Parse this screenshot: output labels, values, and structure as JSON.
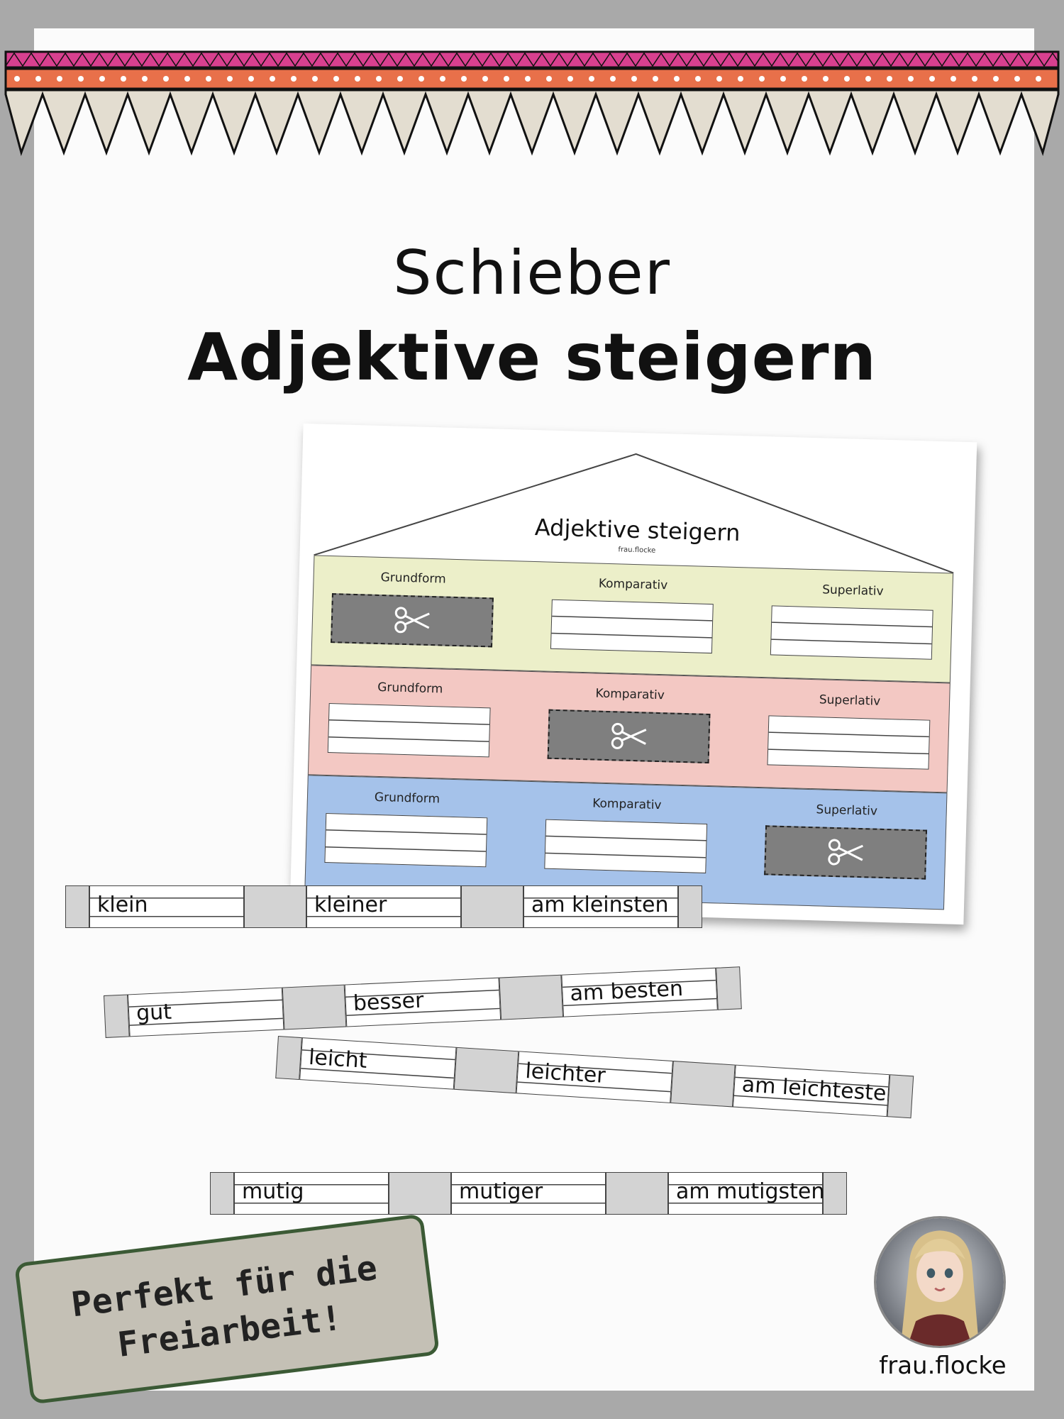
{
  "title": {
    "line1": "Schieber",
    "line2": "Adjektive steigern"
  },
  "worksheet": {
    "title": "Adjektive steigern",
    "subtitle": "frau.flocke",
    "rows": [
      {
        "color": "#ecefc9",
        "labels": [
          "Grundform",
          "Komparativ",
          "Superlativ"
        ],
        "cut_column": 0
      },
      {
        "color": "#f3c8c3",
        "labels": [
          "Grundform",
          "Komparativ",
          "Superlativ"
        ],
        "cut_column": 1
      },
      {
        "color": "#a5c2ea",
        "labels": [
          "Grundform",
          "Komparativ",
          "Superlativ"
        ],
        "cut_column": 2
      }
    ],
    "cut_icon": "scissors-icon"
  },
  "strips": [
    {
      "words": [
        "klein",
        "kleiner",
        "am kleinsten"
      ]
    },
    {
      "words": [
        "gut",
        "besser",
        "am besten"
      ]
    },
    {
      "words": [
        "leicht",
        "leichter",
        "am leichtesten"
      ]
    },
    {
      "words": [
        "mutig",
        "mutiger",
        "am mutigsten"
      ]
    }
  ],
  "badge": {
    "line1": "Perfekt für die",
    "line2": "Freiarbeit!"
  },
  "brand": "frau.flocke",
  "colors": {
    "banner_pink": "#d8408f",
    "banner_orange": "#e8704a",
    "badge_border": "#3b5a35"
  }
}
